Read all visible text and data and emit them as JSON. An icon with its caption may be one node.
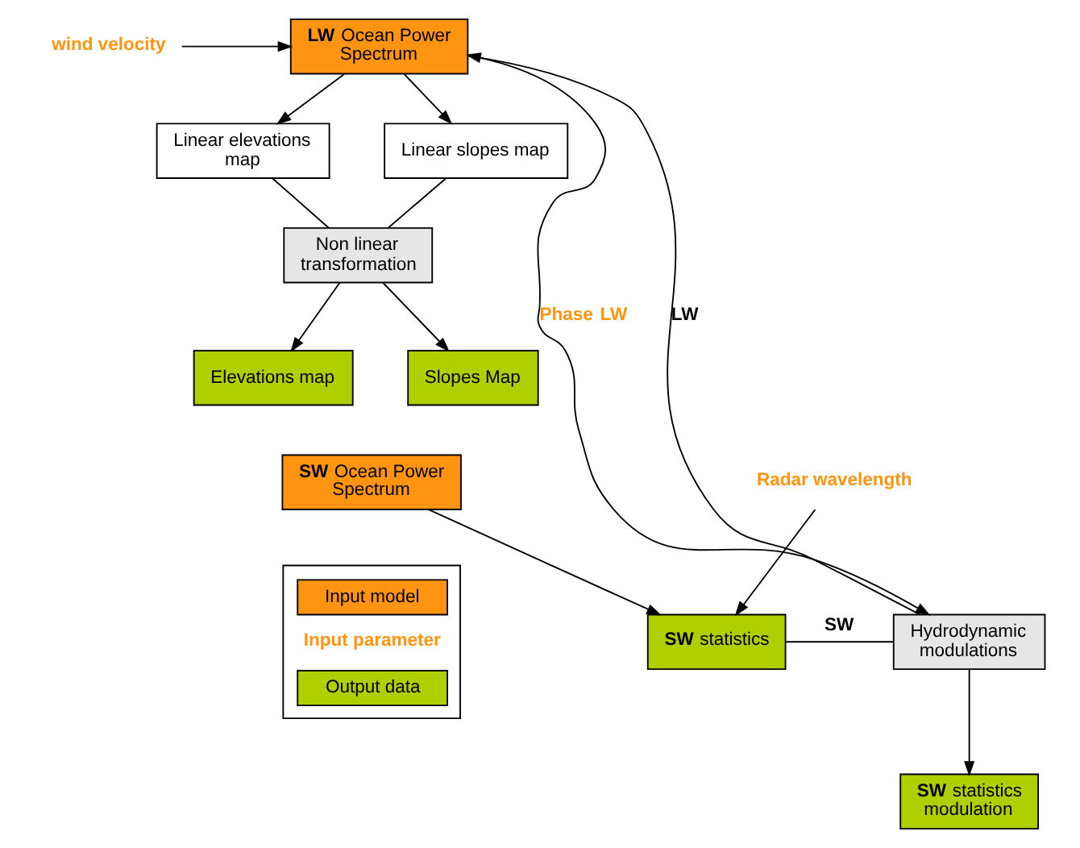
{
  "diagram": {
    "nodes": [
      {
        "text": [
          "wind velocity"
        ]
      },
      {
        "text": [
          "**LW** Ocean Power Spectrum"
        ]
      },
      {
        "text": [
          "Linear elevations map"
        ]
      },
      {
        "text": [
          "Linear slopes map"
        ]
      },
      {
        "text": [
          "Non linear transformation"
        ]
      },
      {
        "text": [
          "Elevations map"
        ]
      },
      {
        "text": [
          "Slopes Map"
        ]
      },
      {
        "text": [
          "**SW** Ocean Power Spectrum"
        ]
      },
      {
        "text": [
          "Radar wavelength"
        ]
      },
      {
        "text": [
          "**SW** statistics"
        ]
      },
      {
        "text": [
          "Hydrodynamic modulations"
        ]
      },
      {
        "text": [
          "**SW** statistics modulation"
        ]
      }
    ],
    "edges": [
      {
        "from": 0,
        "to": 1,
        "arrow": "to"
      },
      {
        "from": 1,
        "to": 2,
        "arrow": "to"
      },
      {
        "from": 1,
        "to": 3,
        "arrow": "to"
      },
      {
        "from": 2,
        "to": 4,
        "arrow": "none"
      },
      {
        "from": 3,
        "to": 4,
        "arrow": "none"
      },
      {
        "from": 4,
        "to": 5,
        "arrow": "to"
      },
      {
        "from": 4,
        "to": 6,
        "arrow": "to"
      },
      {
        "from": 1,
        "to": 10,
        "arrow": "both",
        "label": "Phase **LW**"
      },
      {
        "from": 1,
        "to": 10,
        "arrow": "none",
        "label": "LW"
      },
      {
        "from": 7,
        "to": 9,
        "arrow": "to"
      },
      {
        "from": 8,
        "to": 9,
        "arrow": "to"
      },
      {
        "from": 9,
        "to": 10,
        "arrow": "none",
        "label": "SW"
      },
      {
        "from": 10,
        "to": 11,
        "arrow": "to"
      }
    ],
    "legend": [
      {
        "text": "Input model",
        "color": "#ff9410"
      },
      {
        "text": "Input parameter"
      },
      {
        "text": "Output data",
        "color": "#afcf00"
      }
    ]
  }
}
